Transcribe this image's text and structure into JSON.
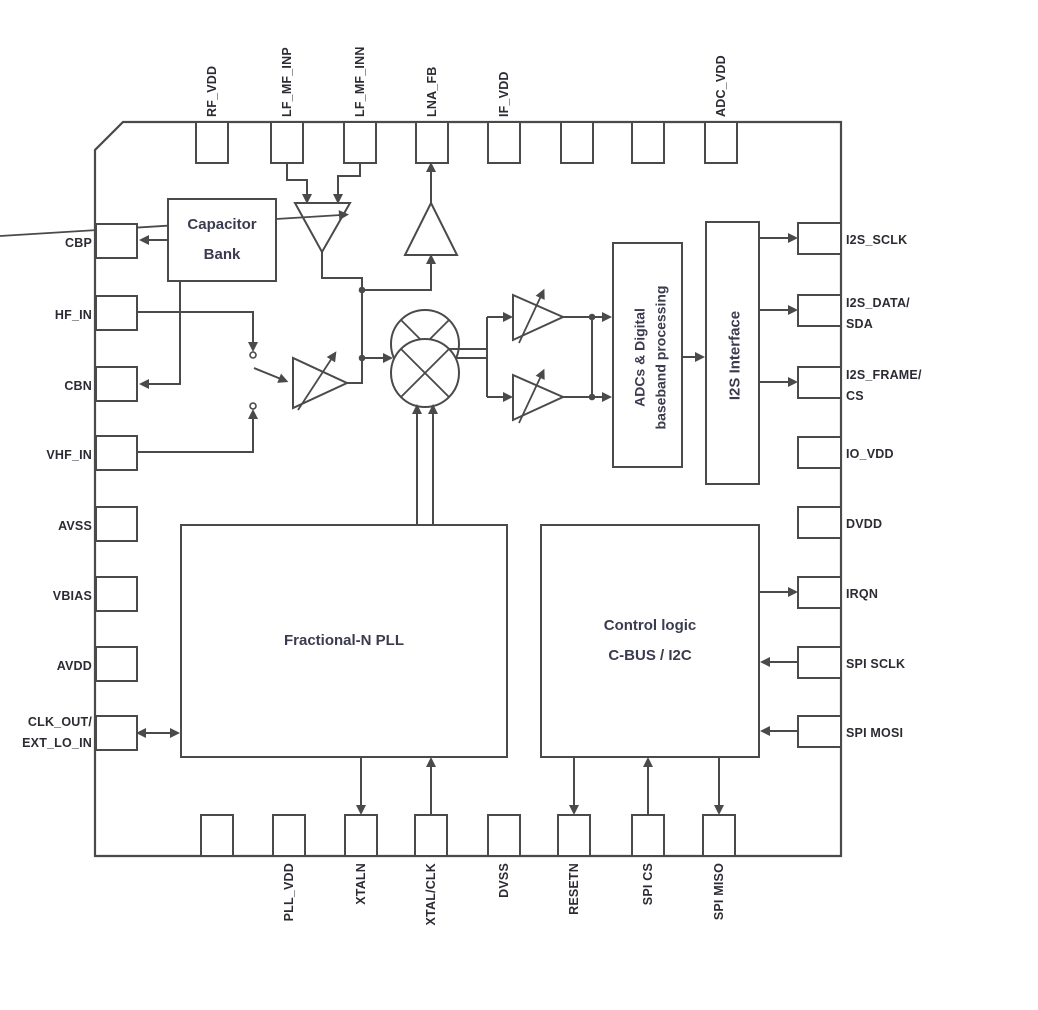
{
  "colors": {
    "line": "#4a4a4a",
    "block_text": "#3b3b4f",
    "pin_text": "#2b2b33",
    "background": "#ffffff"
  },
  "blocks": {
    "capacitor_bank": "Capacitor\nBank",
    "pll": "Fractional-N PLL",
    "control": "Control logic\nC-BUS / I2C",
    "adc": "ADCs & Digital\nbaseband processing",
    "i2s": "I2S Interface"
  },
  "pins": {
    "top": [
      "RF_VDD",
      "LF_MF_INP",
      "LF_MF_INN",
      "LNA_FB",
      "IF_VDD",
      "ADC_VDD"
    ],
    "bottom": [
      "PLL_VDD",
      "XTALN",
      "XTAL/CLK",
      "DVSS",
      "RESETN",
      "SPI CS",
      "SPI MISO"
    ],
    "left": [
      "CBP",
      "HF_IN",
      "CBN",
      "VHF_IN",
      "AVSS",
      "VBIAS",
      "AVDD",
      "CLK_OUT/\nEXT_LO_IN"
    ],
    "right": [
      "I2S_SCLK",
      "I2S_DATA/\nSDA",
      "I2S_FRAME/\nCS",
      "IO_VDD",
      "DVDD",
      "IRQN",
      "SPI SCLK",
      "SPI MOSI"
    ]
  }
}
